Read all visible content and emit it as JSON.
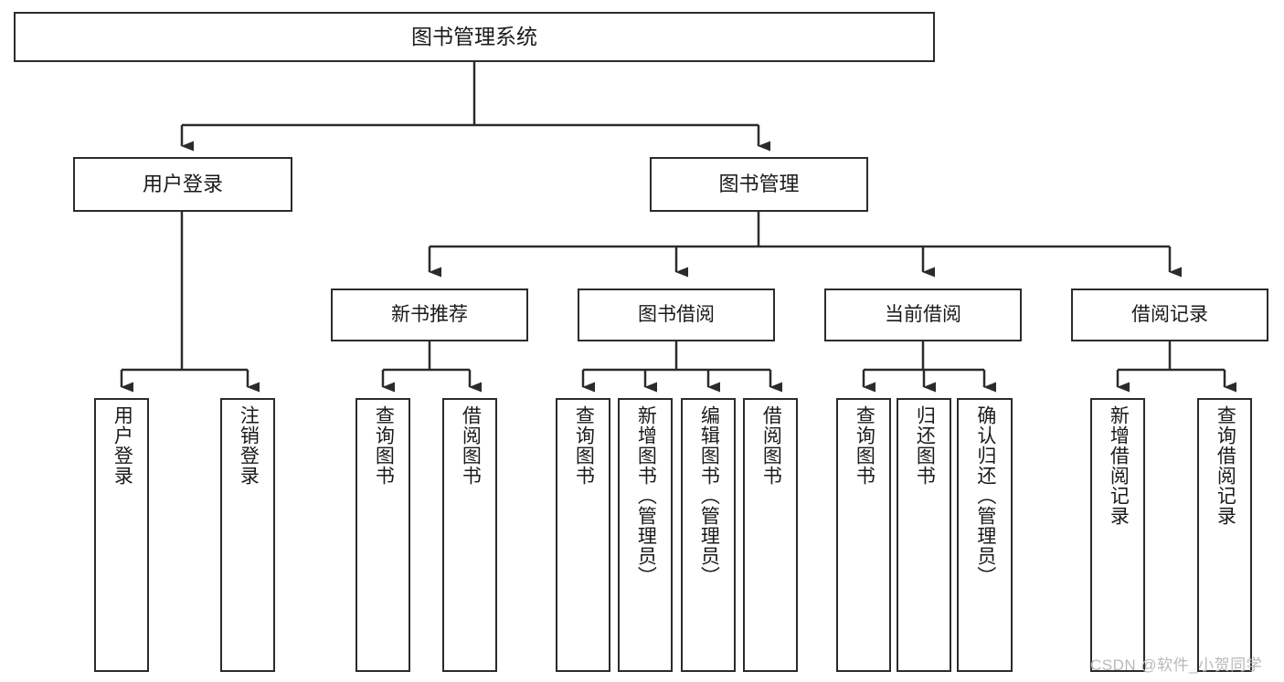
{
  "diagram": {
    "type": "hierarchy-tree",
    "title": "图书管理系统",
    "watermark": "CSDN @软件_小贺同学",
    "root": {
      "id": "root",
      "label": "图书管理系统"
    },
    "level1": [
      {
        "id": "user-login",
        "label": "用户登录"
      },
      {
        "id": "book-management",
        "label": "图书管理"
      }
    ],
    "level2": [
      {
        "id": "new-book-recommend",
        "label": "新书推荐",
        "parent": "book-management"
      },
      {
        "id": "book-borrow",
        "label": "图书借阅",
        "parent": "book-management"
      },
      {
        "id": "current-borrow",
        "label": "当前借阅",
        "parent": "book-management"
      },
      {
        "id": "borrow-record",
        "label": "借阅记录",
        "parent": "book-management"
      }
    ],
    "leaves": [
      {
        "id": "leaf-user-login",
        "label": "用户登录",
        "parent": "user-login"
      },
      {
        "id": "leaf-logout",
        "label": "注销登录",
        "parent": "user-login"
      },
      {
        "id": "leaf-query-book-1",
        "label": "查询图书",
        "parent": "new-book-recommend"
      },
      {
        "id": "leaf-borrow-book-1",
        "label": "借阅图书",
        "parent": "new-book-recommend"
      },
      {
        "id": "leaf-query-book-2",
        "label": "查询图书",
        "parent": "book-borrow"
      },
      {
        "id": "leaf-add-book",
        "label": "新增图书（管理员）",
        "parent": "book-borrow"
      },
      {
        "id": "leaf-edit-book",
        "label": "编辑图书（管理员）",
        "parent": "book-borrow"
      },
      {
        "id": "leaf-borrow-book-2",
        "label": "借阅图书",
        "parent": "book-borrow"
      },
      {
        "id": "leaf-query-book-3",
        "label": "查询图书",
        "parent": "current-borrow"
      },
      {
        "id": "leaf-return-book",
        "label": "归还图书",
        "parent": "current-borrow"
      },
      {
        "id": "leaf-confirm-return",
        "label": "确认归还（管理员）",
        "parent": "current-borrow"
      },
      {
        "id": "leaf-add-record",
        "label": "新增借阅记录",
        "parent": "borrow-record"
      },
      {
        "id": "leaf-query-record",
        "label": "查询借阅记录",
        "parent": "borrow-record"
      }
    ],
    "colors": {
      "stroke": "#2b2b2b",
      "fill": "#ffffff",
      "text": "#1a1a1a",
      "watermark": "#b9b9b9"
    }
  }
}
